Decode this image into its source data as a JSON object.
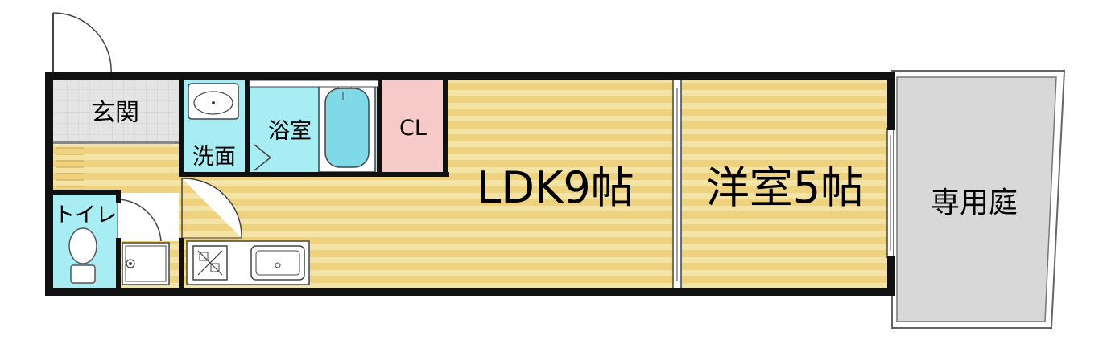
{
  "floor_plan": {
    "rooms": {
      "genkan": "玄関",
      "senmen": "洗面",
      "yokushitsu": "浴室",
      "closet": "CL",
      "ldk": "LDK9帖",
      "yoshitsu": "洋室5帖",
      "toilet": "トイレ",
      "garden": "専用庭"
    },
    "colors": {
      "floor_wood": "#EED27E",
      "floor_stripe": "#F7E8B3",
      "wet_area": "#A8ECF4",
      "closet": "#F7CACA",
      "tile": "#E6E6E6",
      "garden": "#D8D8D8",
      "wall": "#111111"
    }
  }
}
